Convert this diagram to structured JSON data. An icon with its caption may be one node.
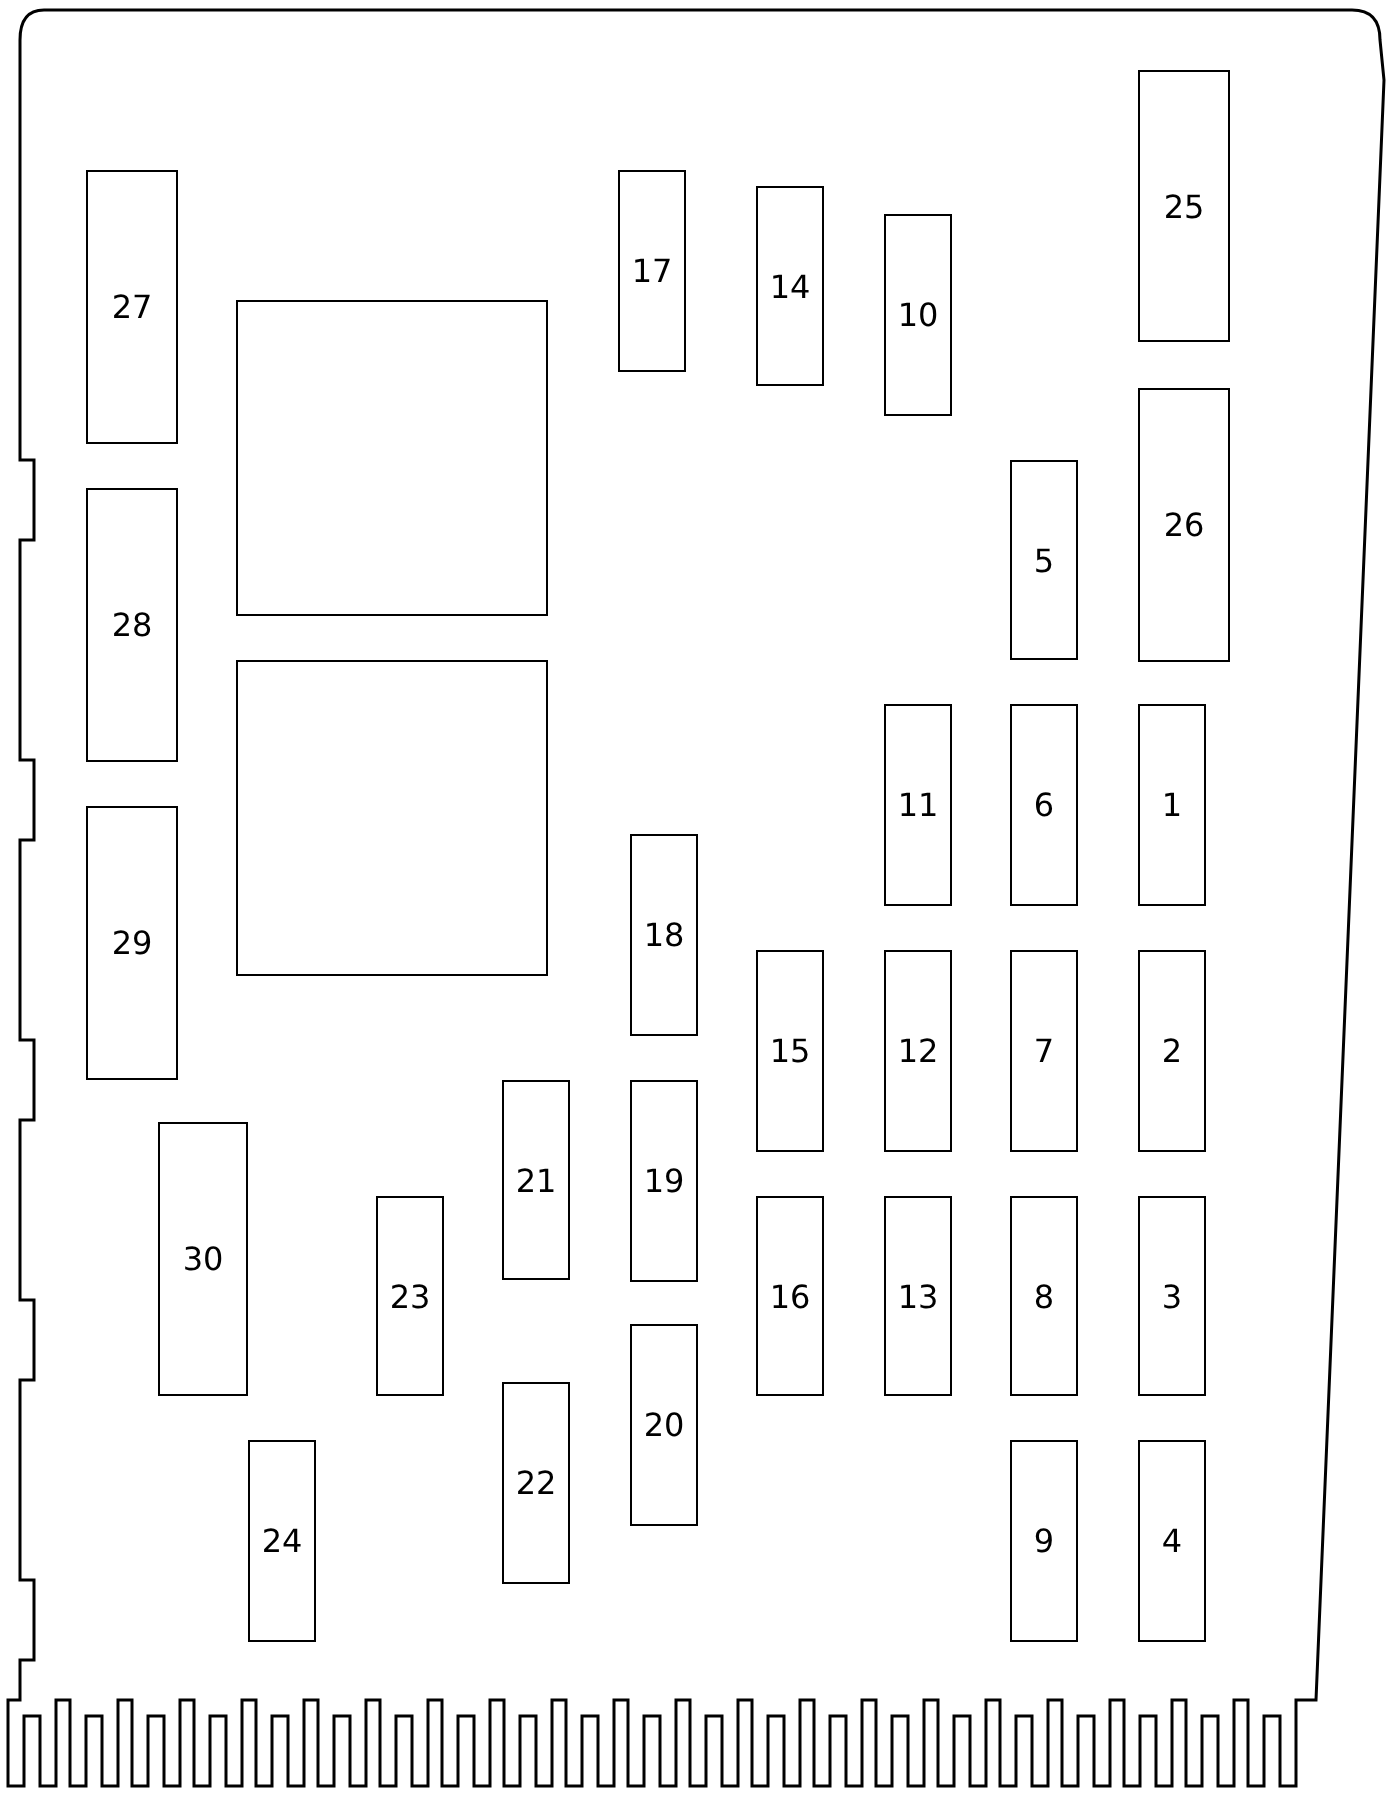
{
  "diagram": {
    "nodes": [
      {
        "text": [
          "25"
        ]
      },
      {
        "text": [
          "27"
        ]
      },
      {
        "text": [
          "17"
        ]
      },
      {
        "text": [
          "14"
        ]
      },
      {
        "text": [
          "10"
        ]
      },
      {
        "text": [],
        "shape": "box"
      },
      {
        "text": [
          "26"
        ]
      },
      {
        "text": [
          "5"
        ]
      },
      {
        "text": [
          "28"
        ]
      },
      {
        "text": [],
        "shape": "box"
      },
      {
        "text": [
          "11"
        ]
      },
      {
        "text": [
          "6"
        ]
      },
      {
        "text": [
          "1"
        ]
      },
      {
        "text": [
          "29"
        ]
      },
      {
        "text": [
          "18"
        ]
      },
      {
        "text": [
          "15"
        ]
      },
      {
        "text": [
          "12"
        ]
      },
      {
        "text": [
          "7"
        ]
      },
      {
        "text": [
          "2"
        ]
      },
      {
        "text": [
          "21"
        ]
      },
      {
        "text": [
          "19"
        ]
      },
      {
        "text": [
          "30"
        ]
      },
      {
        "text": [
          "23"
        ]
      },
      {
        "text": [
          "16"
        ]
      },
      {
        "text": [
          "13"
        ]
      },
      {
        "text": [
          "8"
        ]
      },
      {
        "text": [
          "3"
        ]
      },
      {
        "text": [
          "20"
        ]
      },
      {
        "text": [
          "22"
        ]
      },
      {
        "text": [
          "24"
        ]
      },
      {
        "text": [
          "9"
        ]
      },
      {
        "text": [
          "4"
        ]
      }
    ]
  }
}
